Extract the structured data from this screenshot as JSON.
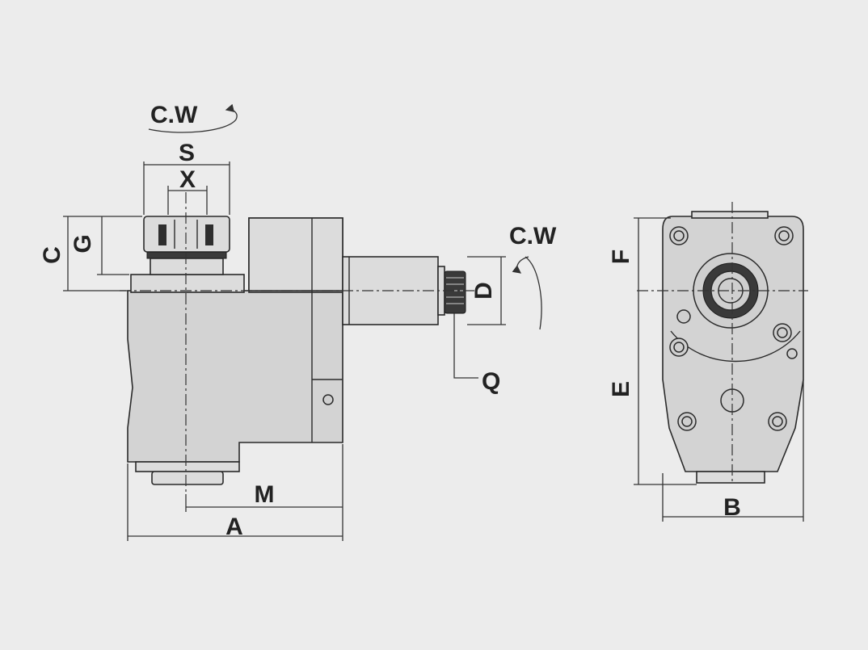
{
  "labels": {
    "rotation_top": "C.W",
    "rotation_right": "C.W",
    "dim_s": "S",
    "dim_x": "X",
    "dim_c": "C",
    "dim_g": "G",
    "dim_d": "D",
    "dim_q": "Q",
    "dim_m": "M",
    "dim_a": "A",
    "dim_f": "F",
    "dim_e": "E",
    "dim_b": "B"
  },
  "colors": {
    "background": "#ececec",
    "body": "#d3d3d3",
    "line": "#2a2a2a"
  }
}
